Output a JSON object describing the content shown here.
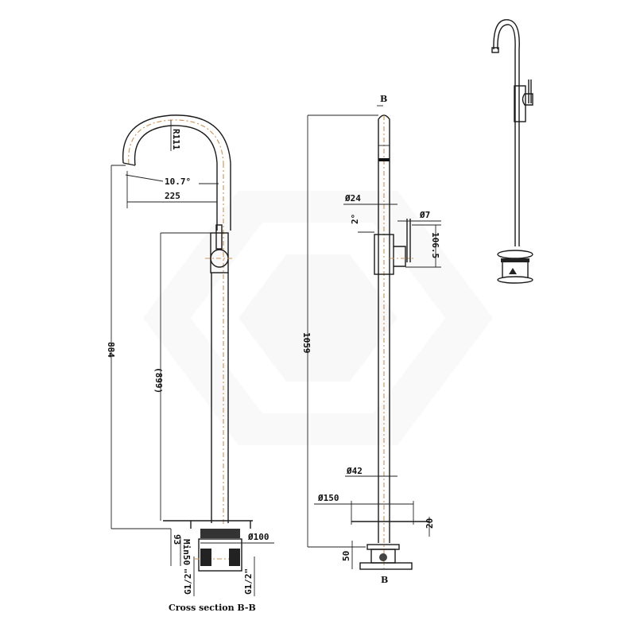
{
  "drawing": {
    "subject": "Freestanding bath spout mixer technical drawing",
    "views": [
      "side-view",
      "front-view",
      "isometric-view"
    ],
    "colors": {
      "line": "#1a1a1a",
      "centerline": "#c9915a",
      "watermark": "#f3f3f3",
      "background": "#ffffff"
    }
  },
  "side_view": {
    "dimensions": {
      "spout_radius": "R111",
      "spout_angle": "10.7°",
      "spout_reach": "225",
      "overall_height": "884",
      "body_height": "(899)",
      "base_diameter": "Ø100",
      "depth_93": "93",
      "min_depth": "Min50",
      "inlet_left": "G1/2\"",
      "inlet_right": "G1/2\""
    },
    "caption": "Cross section  B-B"
  },
  "front_view": {
    "section_marker_top": "B",
    "section_marker_bottom": "B",
    "dimensions": {
      "total_height": "1059",
      "spout_diameter": "Ø24",
      "handle_angle": "2°",
      "lever_diameter": "Ø7",
      "lever_height": "106.5",
      "body_diameter": "Ø42",
      "flange_diameter": "Ø150",
      "flange_thickness": "20",
      "base_height": "50"
    }
  }
}
